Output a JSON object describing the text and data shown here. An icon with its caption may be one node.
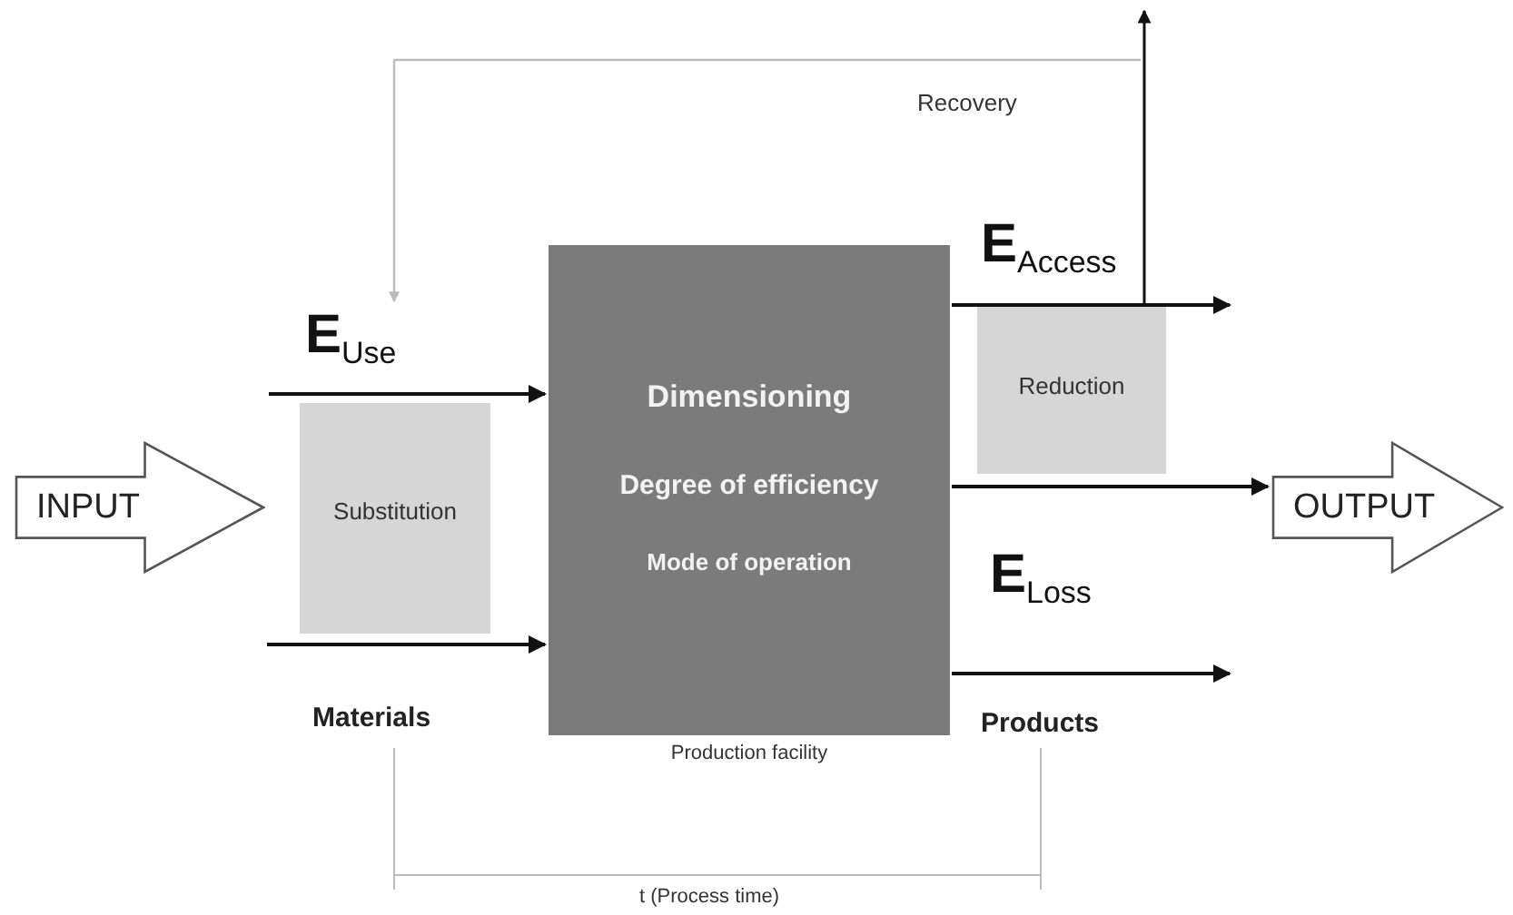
{
  "diagram": {
    "nodes": [
      {
        "text": [
          "INPUT"
        ]
      },
      {
        "text": [
          "E$_{Use}$"
        ]
      },
      {
        "text": [
          "Substitution"
        ]
      },
      {
        "text": [
          "Dimensioning",
          "Degree of efficiency",
          "Mode of operation"
        ],
        "beside": [
          "Production facility"
        ]
      },
      {
        "text": [
          "Reduction"
        ]
      },
      {
        "text": [
          "OUTPUT"
        ]
      }
    ],
    "edges": [
      {
        "from": null,
        "to": 3,
        "arrow": "to"
      },
      {
        "from": null,
        "to": 3,
        "arrow": "to"
      },
      {
        "from": 3,
        "to": null,
        "arrow": "to"
      },
      {
        "from": 3,
        "to": 5,
        "arrow": "to"
      },
      {
        "from": 3,
        "to": null,
        "arrow": "to"
      },
      {
        "from": 4,
        "to": null,
        "arrow": "to"
      },
      {
        "from": null,
        "to": 1,
        "arrow": "to",
        "label": "Recovery",
        "color": "#bbbbbb"
      }
    ],
    "labels": [
      "E$_{Access}$",
      "E$_{Loss}$",
      "Materials",
      "Products",
      "t (Process time)"
    ]
  }
}
